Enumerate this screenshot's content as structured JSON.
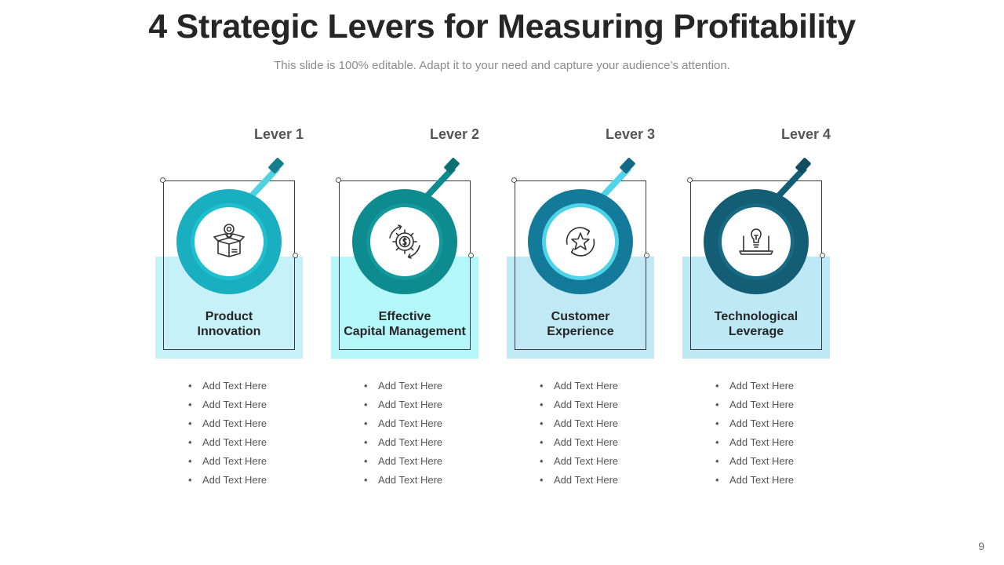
{
  "slide": {
    "title": "4 Strategic Levers for Measuring Profitability",
    "subtitle": "This slide is 100% editable. Adapt it to your need and capture your audience’s attention.",
    "page_number": "9"
  },
  "levers": [
    {
      "label": "Lever 1",
      "name_line1": "Product",
      "name_line2": "Innovation",
      "icon": "product-box-idea-icon",
      "ring_color": "#1aafc0",
      "ring_inner_color": "#1fbfcf",
      "pointer_color": "#4fd3e0",
      "pointer_tip_color": "#167f8d",
      "panel_color": "#c7f1f8",
      "bullets": [
        "Add Text Here",
        "Add Text Here",
        "Add Text Here",
        "Add Text Here",
        "Add Text Here",
        "Add Text Here"
      ]
    },
    {
      "label": "Lever 2",
      "name_line1": "Effective",
      "name_line2": "Capital Management",
      "icon": "gear-dollar-cycle-icon",
      "ring_color": "#0e8b8f",
      "ring_inner_color": "#13999c",
      "pointer_color": "#0e8b8f",
      "pointer_tip_color": "#0c6f73",
      "panel_color": "#b3f7fa",
      "bullets": [
        "Add Text Here",
        "Add Text Here",
        "Add Text Here",
        "Add Text Here",
        "Add Text Here",
        "Add Text Here"
      ]
    },
    {
      "label": "Lever 3",
      "name_line1": "Customer",
      "name_line2": "Experience",
      "icon": "star-refresh-icon",
      "ring_color": "#147a9a",
      "ring_inner_color": "#4fd3e8",
      "pointer_color": "#4fd3e8",
      "pointer_tip_color": "#126a86",
      "panel_color": "#c1e9f5",
      "bullets": [
        "Add Text Here",
        "Add Text Here",
        "Add Text Here",
        "Add Text Here",
        "Add Text Here",
        "Add Text Here"
      ]
    },
    {
      "label": "Lever 4",
      "name_line1": "Technological",
      "name_line2": "Leverage",
      "icon": "laptop-lightbulb-icon",
      "ring_color": "#135e74",
      "ring_inner_color": "#166a82",
      "pointer_color": "#135e74",
      "pointer_tip_color": "#0f4d60",
      "panel_color": "#bde9f7",
      "bullets": [
        "Add Text Here",
        "Add Text Here",
        "Add Text Here",
        "Add Text Here",
        "Add Text Here",
        "Add Text Here"
      ]
    }
  ]
}
